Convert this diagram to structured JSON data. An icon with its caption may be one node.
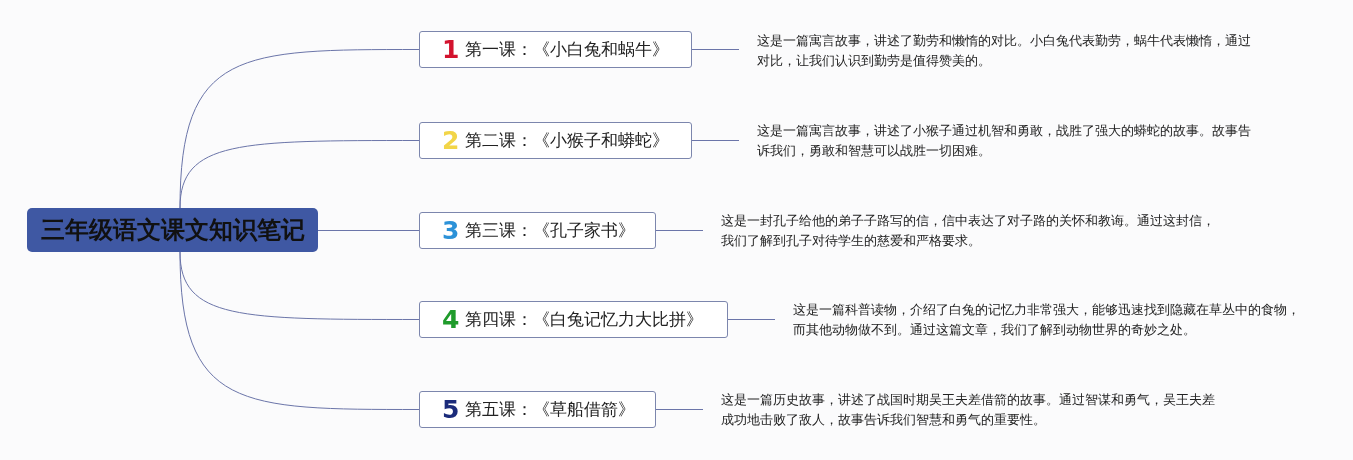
{
  "diagram": {
    "nodes": [
      {
        "text": [
          "三年级语文课文知识笔记"
        ]
      },
      {
        "text": [
          "1",
          "第一课：《小白兔和蜗牛》"
        ]
      },
      {
        "text": [
          "2",
          "第二课：《小猴子和蟒蛇》"
        ]
      },
      {
        "text": [
          "3",
          "第三课：《孔子家书》"
        ]
      },
      {
        "text": [
          "4",
          "第四课：《白兔记忆力大比拼》"
        ]
      },
      {
        "text": [
          "5",
          "第五课：《草船借箭》"
        ]
      },
      {
        "text": [
          "这是一篇寓言故事，讲述了勤劳和懒惰的对比。小白兔代表勤劳，蜗牛代表懒惰，通过对比，让我们认识到勤劳是值得赞美的。"
        ]
      },
      {
        "text": [
          "这是一篇寓言故事，讲述了小猴子通过机智和勇敢，战胜了强大的蟒蛇的故事。故事告诉我们，勇敢和智慧可以战胜一切困难。"
        ]
      },
      {
        "text": [
          "这是一封孔子给他的弟子子路写的信，信中表达了对子路的关怀和教诲。通过这封信，我们了解到孔子对待学生的慈爱和严格要求。"
        ]
      },
      {
        "text": [
          "这是一篇科普读物，介绍了白兔的记忆力非常强大，能够迅速找到隐藏在草丛中的食物，而其他动物做不到。通过这篇文章，我们了解到动物世界的奇妙之处。"
        ]
      },
      {
        "text": [
          "这是一篇历史故事，讲述了战国时期吴王夫差借箭的故事。通过智谋和勇气，吴王夫差成功地击败了敌人，故事告诉我们智慧和勇气的重要性。"
        ]
      }
    ],
    "edges": [
      {
        "from": 0,
        "to": 1,
        "arrow": "none"
      },
      {
        "from": 0,
        "to": 2,
        "arrow": "none"
      },
      {
        "from": 0,
        "to": 3,
        "arrow": "none"
      },
      {
        "from": 0,
        "to": 4,
        "arrow": "none"
      },
      {
        "from": 0,
        "to": 5,
        "arrow": "none"
      },
      {
        "from": 1,
        "to": 6,
        "arrow": "none"
      },
      {
        "from": 2,
        "to": 7,
        "arrow": "none"
      },
      {
        "from": 3,
        "to": 8,
        "arrow": "none"
      },
      {
        "from": 4,
        "to": 9,
        "arrow": "none"
      },
      {
        "from": 5,
        "to": 10,
        "arrow": "none"
      }
    ]
  }
}
